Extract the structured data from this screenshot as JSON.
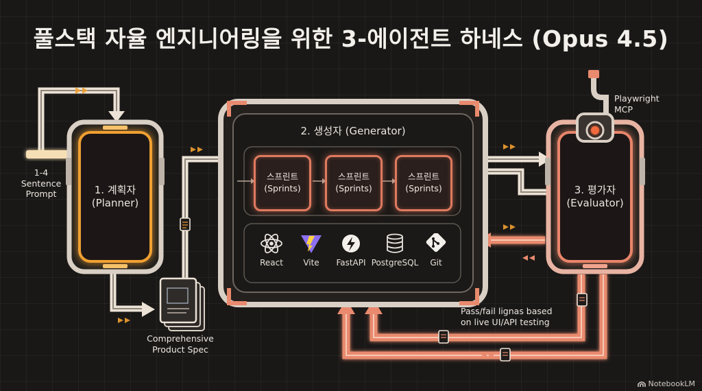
{
  "title": "풀스택 자율 엔지니어링을 위한 3-에이전트 하네스 (Opus 4.5)",
  "input": {
    "line1": "1-4",
    "line2": "Sentence",
    "line3": "Prompt"
  },
  "planner": {
    "line1": "1. 계획자",
    "line2": "(Planner)"
  },
  "spec": {
    "line1": "Comprehensive",
    "line2": "Product Spec"
  },
  "generator": {
    "title": "2. 생성자 (Generator)",
    "sprints": [
      {
        "line1": "스프린트",
        "line2": "(Sprints)"
      },
      {
        "line1": "스프린트",
        "line2": "(Sprints)"
      },
      {
        "line1": "스프린트",
        "line2": "(Sprints)"
      }
    ],
    "tech": [
      {
        "label": "React",
        "icon": "react-icon"
      },
      {
        "label": "Vite",
        "icon": "vite-icon"
      },
      {
        "label": "FastAPI",
        "icon": "fastapi-icon"
      },
      {
        "label": "PostgreSQL",
        "icon": "database-icon"
      },
      {
        "label": "Git",
        "icon": "git-icon"
      }
    ]
  },
  "evaluator": {
    "line1": "3. 평가자",
    "line2": "(Evaluator)"
  },
  "tool": {
    "line1": "Playwright",
    "line2": "MCP"
  },
  "feedback": {
    "line1": "Pass/fail lignas based",
    "line2": "on live UI/API testing"
  },
  "brand": "NotebookLM",
  "colors": {
    "planner": "#f0a030",
    "generator": "#e07a5f",
    "evaluator": "#e8856a",
    "frame": "#d9cfc4"
  }
}
